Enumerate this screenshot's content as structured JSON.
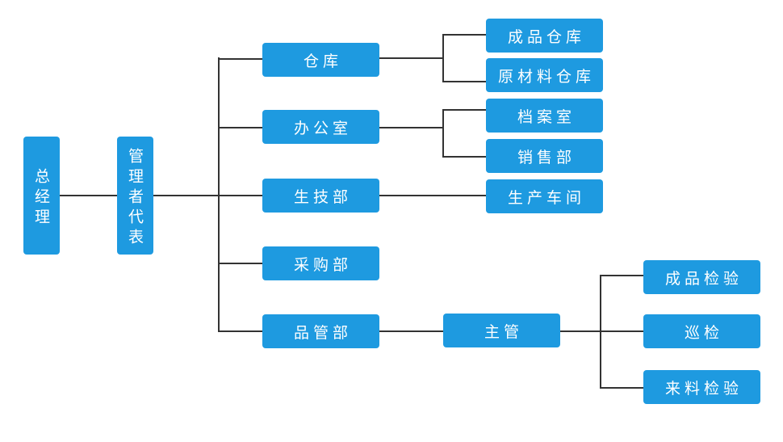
{
  "org": {
    "ceo": "总经理",
    "rep": "管理者代表",
    "warehouse": "仓库",
    "office": "办公室",
    "production_tech": "生技部",
    "purchasing": "采购部",
    "quality": "品管部",
    "finished_goods_warehouse": "成品仓库",
    "raw_material_warehouse": "原材料仓库",
    "archives_room": "档案室",
    "sales_dept": "销售部",
    "production_workshop": "生产车间",
    "supervisor": "主管",
    "finished_goods_inspection": "成品检验",
    "patrol_inspection": "巡检",
    "incoming_inspection": "来料检验"
  }
}
